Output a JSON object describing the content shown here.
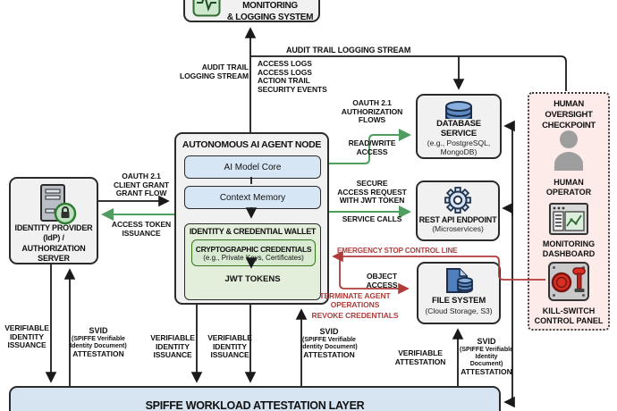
{
  "nodes": {
    "security": {
      "title": "SECURITY MONITORING\n& LOGGING SYSTEM"
    },
    "agent": {
      "title": "AUTONOMOUS AI AGENT NODE",
      "ai_core": "AI Model Core",
      "context_memory": "Context Memory",
      "wallet": "IDENTITY & CREDENTIAL WALLET",
      "crypto": "CRYPTOGRAPHIC CREDENTIALS",
      "crypto_sub": "(e.g., Private Keys, Certificates)",
      "jwt": "JWT TOKENS"
    },
    "idp": {
      "title": "IDENTITY PROVIDER\n(IdP) /\nAUTHORIZATION\nSERVER"
    },
    "database": {
      "title": "DATABASE SERVICE",
      "sub": "(e.g., PostgreSQL,\nMongoDB)"
    },
    "rest_api": {
      "title": "REST API ENDPOINT",
      "sub": "(Microservices)"
    },
    "filesystem": {
      "title": "FILE SYSTEM",
      "sub": "(Cloud Storage, S3)"
    },
    "oversight": {
      "title": "HUMAN OVERSIGHT\nCHECKPOINT",
      "operator": "HUMAN\nOPERATOR",
      "dashboard": "MONITORING\nDASHBOARD",
      "killswitch": "KILL-SWITCH\nCONTROL PANEL"
    },
    "spiffe": {
      "title": "SPIFFE WORKLOAD ATTESTATION LAYER"
    }
  },
  "labels": {
    "audit_side": "AUDIT TRAIL\nLOGGING STREAM",
    "audit_top": "AUDIT TRAIL LOGGING STREAM",
    "log_list": "ACCESS LOGS\nACCESS LOGS\nACTION TRAIL\nSECURITY EVENTS",
    "oauth_flows": "OAUTH 2.1\nAUTHORIZATION\nFLOWS",
    "read_write": "READ/WRITE\nACCESS",
    "secure_access": "SECURE\nACCESS REQUEST\nWITH JWT TOKEN",
    "service_calls": "SERVICE CALLS",
    "emergency": "EMERGENCY STOP CONTROL LINE",
    "object_access": "OBJECT ACCESS",
    "terminate": "TERMINATE AGENT\nOPERATIONS",
    "revoke": "REVOKE CREDENTIALS",
    "oauth_grant": "OAUTH 2.1\nCLIENT GRANT\nGRANT FLOW",
    "token_issuance": "ACCESS TOKEN\nISSUANCE",
    "verifiable_identity": "VERIFIABLE\nIDENTITY\nISSUANCE",
    "verifiable_attestation": "VERIFIABLE\nATTESTATION",
    "svid_title": "SVID",
    "svid_sub": "(SPIFFE Verifiable\nIdentity Document)",
    "svid_attest": "ATTESTATION"
  },
  "colors": {
    "arrow_black": "#1a1a1a",
    "arrow_green": "#4f9d5f",
    "arrow_red": "#b03b3b",
    "box_gray": "#f1f1f1",
    "blue_fill": "#d7e6f5",
    "wallet_fill": "#e4efdb",
    "crypto_fill": "#d9ead3",
    "panel_pink": "#fcebe8",
    "bar_blue": "#d6e4f2"
  }
}
